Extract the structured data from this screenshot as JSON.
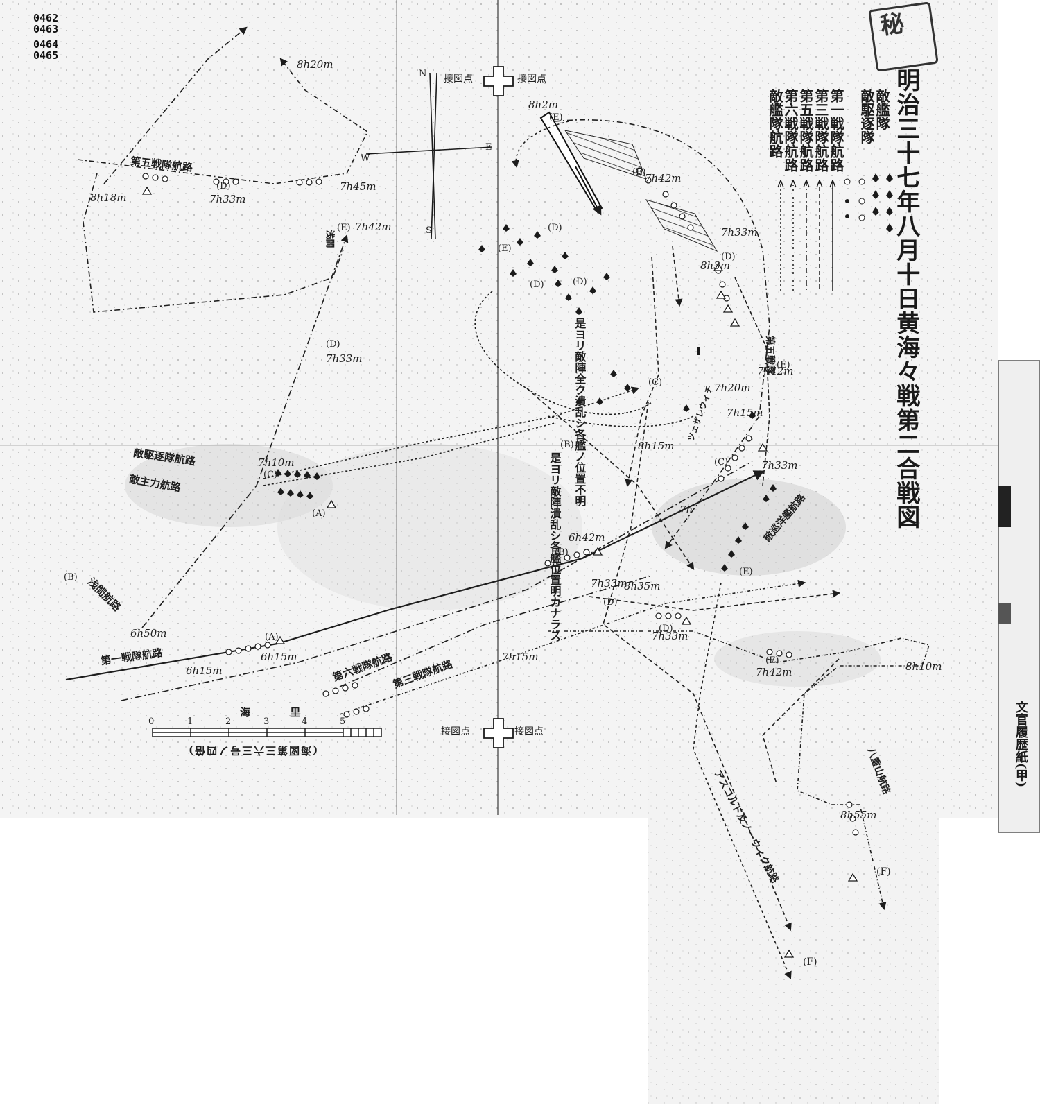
{
  "document_ids": [
    "0462",
    "0463",
    "0464",
    "0465"
  ],
  "stamp_text": "秘",
  "title": "明治三十七年八月十日黄海々戦第二合戦図",
  "legend": [
    {
      "label": "敵艦隊"
    },
    {
      "label": "敵駆逐隊"
    },
    {
      "label": "第一戦隊航路"
    },
    {
      "label": "第三戦隊航路"
    },
    {
      "label": "第五戦隊航路"
    },
    {
      "label": "第六戦隊航路"
    },
    {
      "label": "敵艦隊航路"
    }
  ],
  "compass": {
    "north": "N",
    "south": "S",
    "east": "E",
    "west": "W"
  },
  "junction_point": "接図点",
  "scale": {
    "ticks": [
      "0",
      "1",
      "2",
      "3",
      "4",
      "5"
    ],
    "unit": "海 里",
    "caption": "(海図第三六三号ノ四倍)"
  },
  "right_edge_text": "文官履歴紙(甲)",
  "notes": {
    "enemy_scatter": "是ヨリ敵陣全ク潰乱シ各艦ノ位置不明",
    "enemy_scatter_2": "是ヨリ敵陣潰乱シ各艦位置明カナラス"
  },
  "time_labels": [
    "8h20m",
    "8h18m",
    "7h45m",
    "7h33m",
    "7h42m",
    "8h2m",
    "7h42m",
    "7h33m",
    "8h3m",
    "7h33m",
    "7h10m",
    "6h50m",
    "7h20m",
    "7h15m",
    "8h15m",
    "7h42m",
    "6h42m",
    "7h33m",
    "8h35m",
    "7h33m",
    "7h42m",
    "8h10m",
    "6h15m",
    "6h15m",
    "7h15m",
    "8h55m",
    "7h33m",
    "7h"
  ],
  "markers": [
    "(A)",
    "(A)",
    "(B)",
    "(B)",
    "(B)",
    "(C)",
    "(C)",
    "(C)",
    "(D)",
    "(D)",
    "(D)",
    "(D)",
    "(D)",
    "(D)",
    "(D)",
    "(D)",
    "(E)",
    "(E)",
    "(E)",
    "(E)",
    "(E)",
    "(E)",
    "(E)",
    "(F)",
    "(F)"
  ],
  "route_labels": [
    "第五戦隊航路",
    "第一戦隊航路",
    "敵主力航路",
    "敵駆逐隊航路",
    "第六戦隊航路",
    "第三戦隊航路",
    "浅間航路",
    "八重山航路",
    "第五戦隊",
    "敵巡洋艦航路",
    "アスコルド及ノーウィク航路",
    "ツェザレウィチ",
    "浅間"
  ]
}
